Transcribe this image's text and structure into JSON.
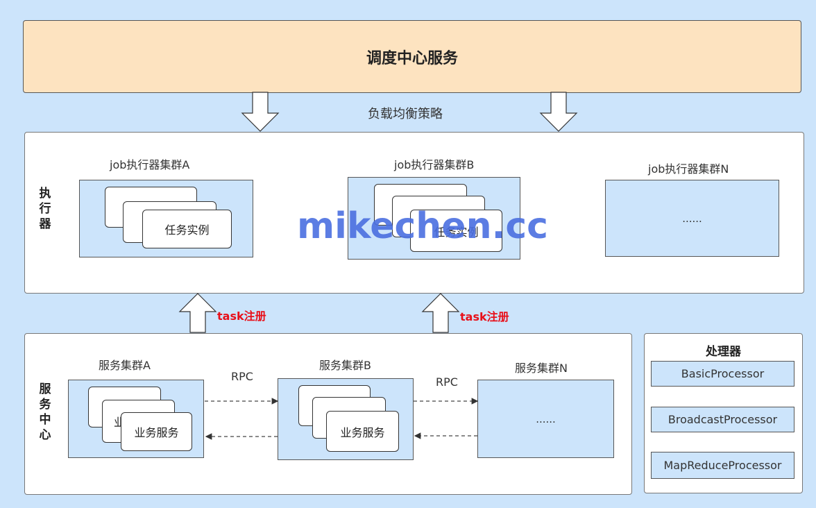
{
  "scheduler": {
    "title": "调度中心服务"
  },
  "load_balance": "负载均衡策略",
  "executor": {
    "side_label": [
      "执",
      "行",
      "器"
    ],
    "cluster_a": {
      "title": "job执行器集群A",
      "card": "任务实例"
    },
    "cluster_b": {
      "title": "job执行器集群B",
      "card": "任务实例"
    },
    "cluster_n": {
      "title": "job执行器集群N",
      "ellipsis": "......"
    }
  },
  "watermark": "mikechen.cc",
  "registration": {
    "left": "task注册",
    "right": "task注册"
  },
  "service_center": {
    "side_label": [
      "服",
      "务",
      "中",
      "心"
    ],
    "cluster_a": {
      "title": "服务集群A",
      "card": "业务服务",
      "hidden_card_glyph": "业"
    },
    "cluster_b": {
      "title": "服务集群B",
      "card": "业务服务"
    },
    "cluster_n": {
      "title": "服务集群N",
      "ellipsis": "......"
    },
    "rpc_1": "RPC",
    "rpc_2": "RPC"
  },
  "processors": {
    "title": "处理器",
    "items": [
      "BasicProcessor",
      "BroadcastProcessor",
      "MapReduceProcessor"
    ]
  }
}
